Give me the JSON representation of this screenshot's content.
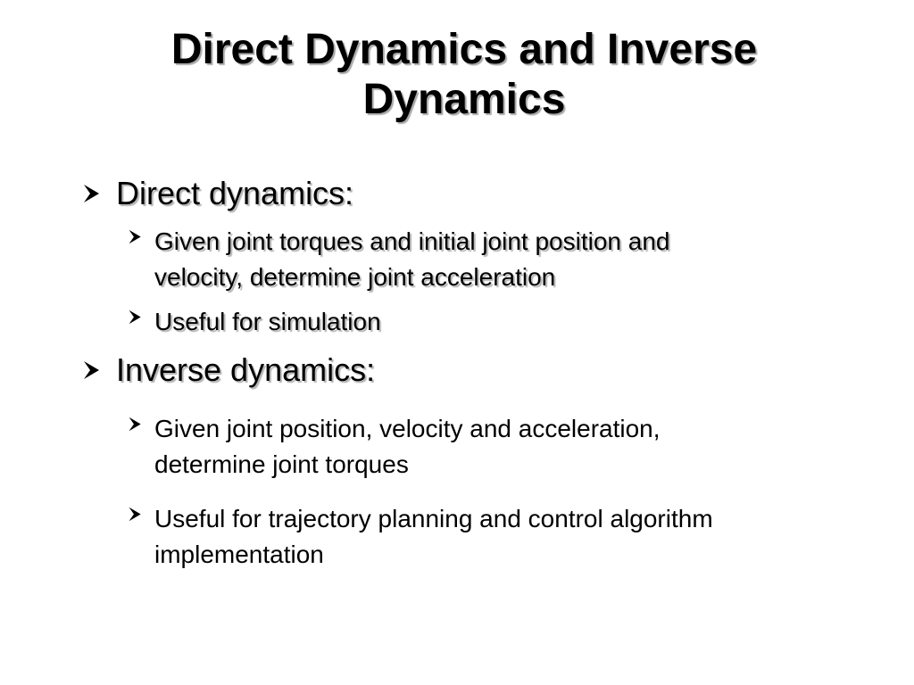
{
  "slide": {
    "title_lines": [
      "Direct Dynamics and Inverse",
      "Dynamics"
    ],
    "sections": [
      {
        "heading": "Direct dynamics:",
        "points": [
          {
            "lines": [
              "Given joint torques and initial joint position and",
              "velocity, determine joint acceleration"
            ]
          },
          {
            "lines": [
              "Useful for simulation"
            ]
          }
        ]
      },
      {
        "heading": "Inverse dynamics:",
        "points": [
          {
            "lines": [
              "Given joint position, velocity and acceleration,",
              "determine joint torques"
            ]
          },
          {
            "lines": [
              "Useful for trajectory planning and control algorithm",
              "implementation"
            ]
          }
        ]
      }
    ],
    "bullet_icon": "arrowhead-bullet-icon"
  }
}
